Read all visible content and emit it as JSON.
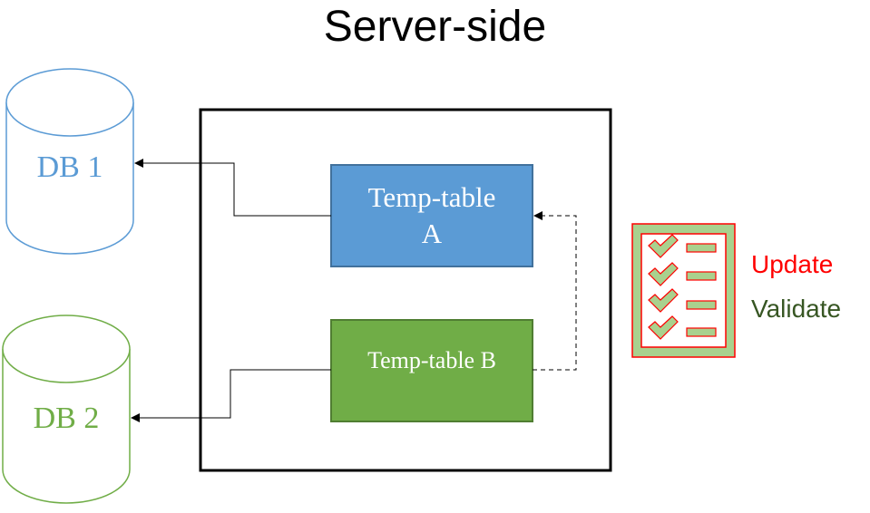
{
  "title": "Server-side",
  "databases": [
    {
      "label": "DB 1",
      "color": "#5b9bd5"
    },
    {
      "label": "DB 2",
      "color": "#70ad47"
    }
  ],
  "temp_tables": [
    {
      "label": "Temp-table A",
      "fill": "#5b9bd5",
      "border": "#41719c"
    },
    {
      "label": "Temp-table B",
      "fill": "#70ad47",
      "border": "#507e32"
    }
  ],
  "legend": {
    "icon": "checklist-icon",
    "items": [
      {
        "label": "Update",
        "color": "#ff0000"
      },
      {
        "label": "Validate",
        "color": "#375623"
      }
    ]
  }
}
